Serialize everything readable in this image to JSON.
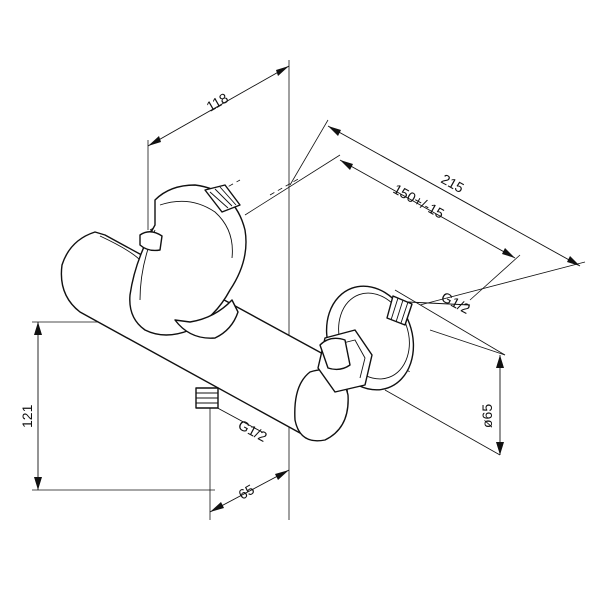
{
  "dimensions": {
    "width_handle": "118",
    "overall_length": "215",
    "connection_spacing": "150+/-15",
    "height": "121",
    "thread_right": "G1/2",
    "thread_bottom": "G1/2",
    "inlet_offset": "65",
    "escutcheon_diameter": "ø65"
  },
  "colors": {
    "line": "#111111",
    "background": "#ffffff"
  }
}
